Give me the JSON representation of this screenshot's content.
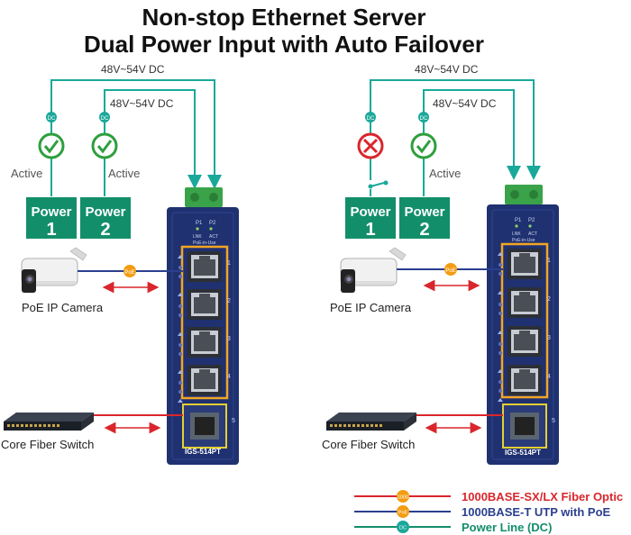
{
  "title": {
    "line1": "Non-stop Ethernet Server",
    "line2": "Dual Power Input with Auto Failover"
  },
  "colors": {
    "dc_line": "#1aa89a",
    "fiber": "#d9262c",
    "utp": "#2b3f8f",
    "power_box": "#138e6b",
    "switch_body": "#1f3170",
    "port_border": "#f2a524",
    "ok_icon": "#2e9f3e",
    "fail_icon": "#d9262c",
    "poe_badge": "#f39c12"
  },
  "left": {
    "voltage_top": "48V~54V DC",
    "voltage_inner": "48V~54V DC",
    "dc_badge": "DC",
    "power1": {
      "label": "Power",
      "num": "1",
      "status": "Active"
    },
    "power2": {
      "label": "Power",
      "num": "2",
      "status": "Active"
    },
    "camera_label": "PoE IP Camera",
    "core_label": "Core Fiber Switch",
    "poe_badge": "PoE",
    "switch": {
      "model": "IGS-514PT",
      "led_p1": "P1",
      "led_p2": "P2",
      "led_lnk": "LNK",
      "led_act": "ACT",
      "led_poe": "PoE-in-Use",
      "ports": [
        "1",
        "2",
        "3",
        "4",
        "5"
      ]
    }
  },
  "right": {
    "voltage_top": "48V~54V DC",
    "voltage_inner": "48V~54V DC",
    "dc_badge": "DC",
    "power1": {
      "label": "Power",
      "num": "1",
      "status": "Failed"
    },
    "power2": {
      "label": "Power",
      "num": "2",
      "status": "Active"
    },
    "camera_label": "PoE IP Camera",
    "core_label": "Core Fiber Switch",
    "poe_badge": "PoE",
    "switch": {
      "model": "IGS-514PT",
      "led_p1": "P1",
      "led_p2": "P2",
      "led_lnk": "LNK",
      "led_act": "ACT",
      "led_poe": "PoE-in-Use",
      "ports": [
        "1",
        "2",
        "3",
        "4",
        "5"
      ]
    }
  },
  "legend": [
    {
      "text": "1000BASE-SX/LX Fiber Optic",
      "badge": "1000",
      "color": "#d9262c"
    },
    {
      "text": "1000BASE-T UTP with PoE",
      "badge": "PoE",
      "color": "#2b3f8f"
    },
    {
      "text": "Power Line (DC)",
      "badge": "DC",
      "color": "#138e6b"
    }
  ]
}
